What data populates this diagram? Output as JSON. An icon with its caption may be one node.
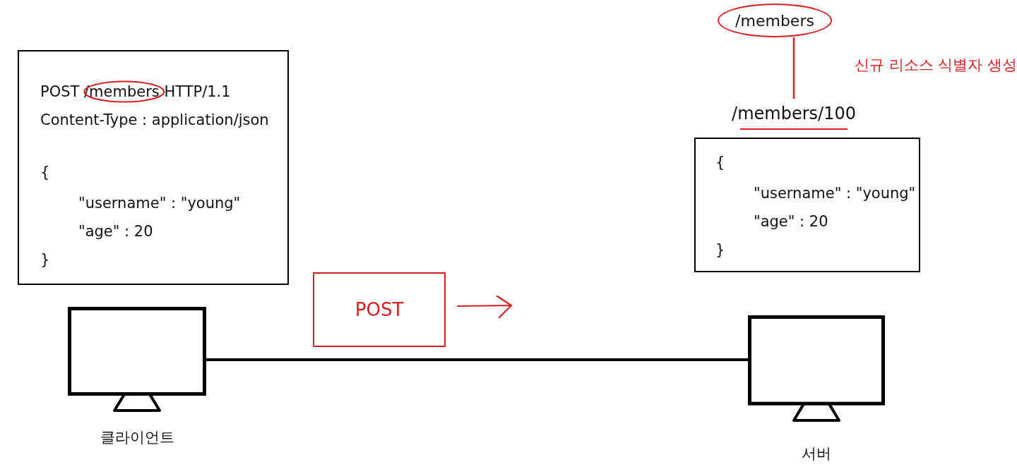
{
  "diagram": {
    "nodes": [
      {
        "text": [
          "POST /members HTTP/1.1",
          "Content-Type : application/json",
          "{",
          "\"username\" : \"young\"",
          "\"age\" : 20",
          "}"
        ]
      },
      {
        "text": [],
        "shape": "monitor",
        "beside": [
          "클라이언트"
        ]
      },
      {
        "text": [],
        "shape": "monitor",
        "beside": [
          "서버"
        ]
      },
      {
        "text": [
          "POST"
        ]
      },
      {
        "text": [
          "/members"
        ]
      },
      {
        "text": [
          "/members/100"
        ]
      },
      {
        "text": [
          "{",
          "\"username\" : \"young\"",
          "\"age\" : 20",
          "}"
        ]
      }
    ],
    "edges": [
      {
        "from": 1,
        "to": 2,
        "arrow": "none"
      },
      {
        "from": 4,
        "to": 5,
        "arrow": "none",
        "color": "#d42020"
      }
    ],
    "labels": [
      "신규 리소스 식별자 생성"
    ]
  }
}
